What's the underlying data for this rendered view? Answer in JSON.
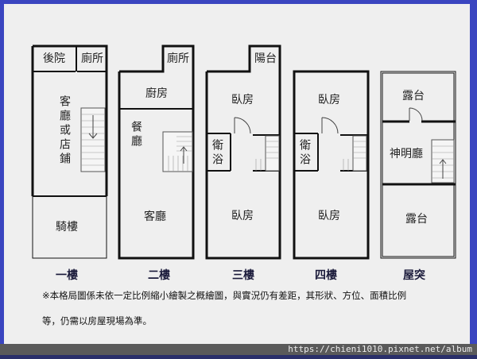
{
  "floors": [
    {
      "label": "一樓",
      "rooms": [
        "後院",
        "廁所",
        "客廳或店鋪",
        "騎樓"
      ]
    },
    {
      "label": "二樓",
      "rooms": [
        "廁所",
        "廚房",
        "餐廳",
        "客廳"
      ]
    },
    {
      "label": "三樓",
      "rooms": [
        "陽台",
        "臥房",
        "衛浴",
        "臥房"
      ]
    },
    {
      "label": "四樓",
      "rooms": [
        "臥房",
        "衛浴",
        "臥房"
      ]
    },
    {
      "label": "屋突",
      "rooms": [
        "露台",
        "神明廳",
        "露台"
      ]
    }
  ],
  "note": {
    "line1": "※本格局圖係未依一定比例縮小繪製之概繪圖，與實況仍有差距，其形狀、方位、面積比例",
    "line2": "等，仍需以房屋現場為準。"
  },
  "footer": {
    "url": "https://chieni1010.pixnet.net/album"
  },
  "colors": {
    "frame": "#3a45c0",
    "background": "#efefef",
    "wall": "#111111"
  }
}
